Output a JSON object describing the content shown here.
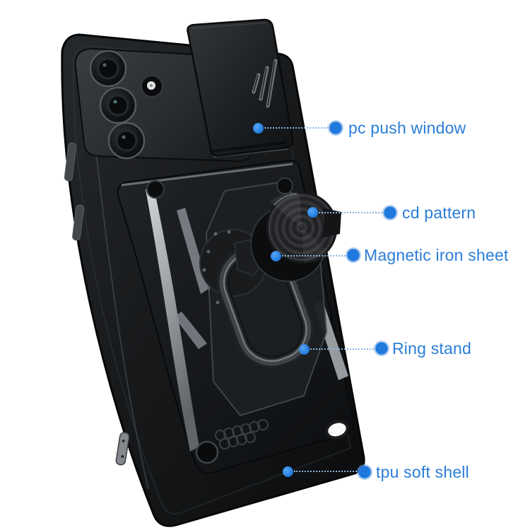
{
  "page": {
    "type": "annotated product photo",
    "subject": "rugged phone case with slide camera cover and ring kickstand",
    "background": "#ffffff"
  },
  "colors": {
    "label_text": "#2b7dd8",
    "callout_dot": "#2079dd",
    "callout_line": "#8ab4de",
    "case_black": "#141618",
    "metal_gray": "#9ba1a7"
  },
  "annotations": [
    {
      "id": "pc-push-window",
      "label": "pc push window"
    },
    {
      "id": "cd-pattern",
      "label": "cd pattern"
    },
    {
      "id": "magnetic-iron-sheet",
      "label": "Magnetic iron sheet"
    },
    {
      "id": "ring-stand",
      "label": "Ring stand"
    },
    {
      "id": "tpu-soft-shell",
      "label": "tpu soft shell"
    }
  ]
}
